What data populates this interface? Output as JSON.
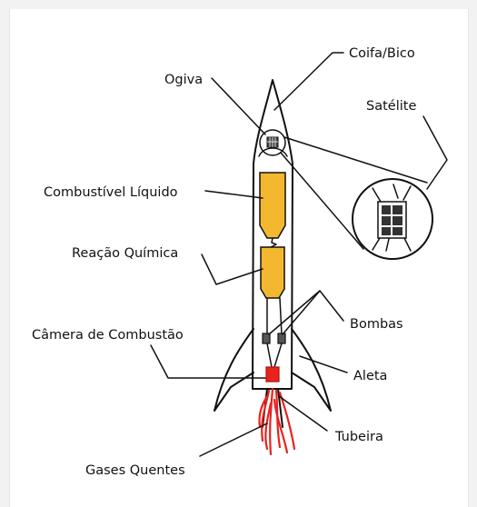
{
  "diagram": {
    "labels": {
      "coifa": "Coifa/Bico",
      "ogiva": "Ogiva",
      "satelite": "Satélite",
      "combustivel": "Combustível Líquido",
      "reacao": "Reação Química",
      "bombas": "Bombas",
      "camera": "Câmera de Combustão",
      "aleta": "Aleta",
      "tubeira": "Tubeira",
      "gases": "Gases Quentes"
    },
    "colors": {
      "fuel": "#f3b82f",
      "flame": "#e8231e",
      "ink": "#111111",
      "background": "#ffffff"
    }
  }
}
